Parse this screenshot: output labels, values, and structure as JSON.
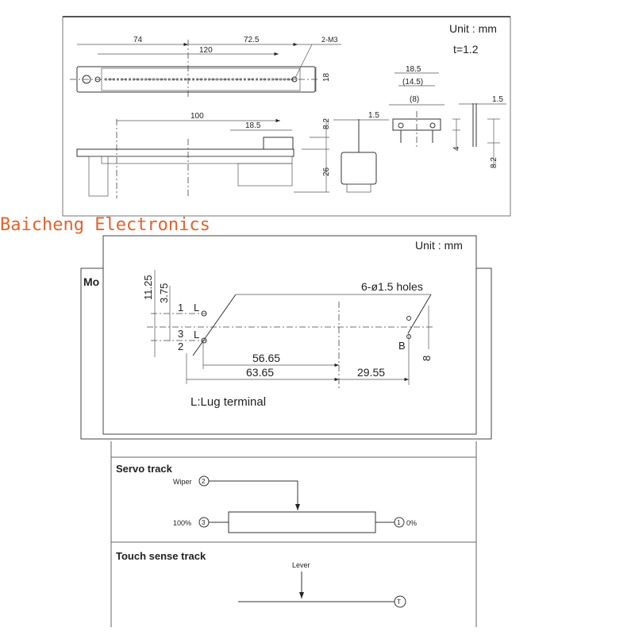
{
  "panel_dimensions": {
    "unit": "Unit : mm",
    "thickness": "t=1.2",
    "top_view": {
      "left": "74",
      "right": "72.5",
      "travel": "120",
      "screw": "2-M3",
      "height": "18"
    },
    "side_view": {
      "width": "100",
      "knob": "18.5",
      "knob_height": "8.2",
      "depth": "26"
    },
    "end_view": {
      "lever": "1.5"
    },
    "bracket": {
      "outer": "18.5",
      "mid": "(14.5)",
      "inner": "(8)",
      "thick": "1.5",
      "h1": "4",
      "h2": "8.2"
    }
  },
  "panel_mounting": {
    "unit": "Unit : mm",
    "back_title_fragment": "Mo",
    "dim_a": "11.25",
    "dim_b": "3.75",
    "pin1": "1",
    "pin3": "3",
    "pin2": "2",
    "lug": "L",
    "holes": "6-ø1.5 holes",
    "d1": "56.65",
    "d2": "63.65",
    "d3": "29.55",
    "b_label": "B",
    "d4": "8",
    "legend": "L:Lug terminal"
  },
  "watermark": "Baicheng Electronics",
  "circuit": {
    "servo_title": "Servo track",
    "wiper": "Wiper",
    "wiper_pin": "2",
    "left_label": "100%",
    "left_pin": "3",
    "right_pin": "1",
    "right_label": "0%",
    "touch_title": "Touch sense track",
    "lever": "Lever",
    "touch_pin": "T"
  }
}
